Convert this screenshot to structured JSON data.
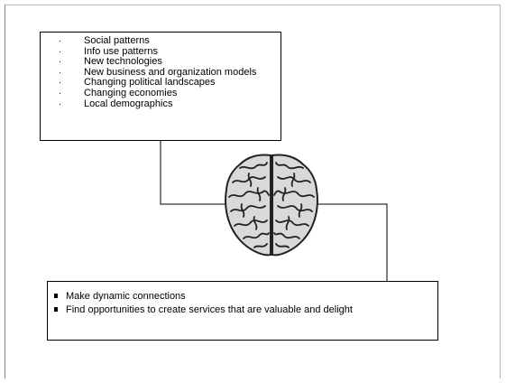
{
  "top_box": {
    "items": [
      "Social patterns",
      "Info use patterns",
      "New technologies",
      "New business and organization models",
      "Changing political landscapes",
      "Changing economies",
      "Local demographics"
    ],
    "bullet": "·"
  },
  "bottom_box": {
    "items": [
      "Make dynamic connections",
      "Find opportunities to create services that are valuable and delight"
    ]
  }
}
